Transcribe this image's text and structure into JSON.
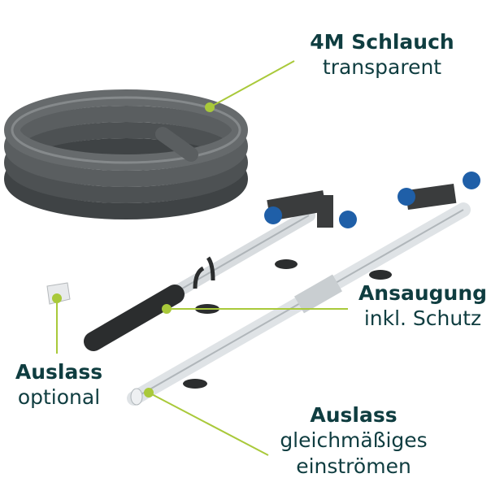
{
  "labels": {
    "hose": {
      "title": "4M Schlauch",
      "subtitle": "transparent"
    },
    "intake": {
      "title": "Ansaugung",
      "subtitle": "inkl. Schutz"
    },
    "outlet_optional": {
      "title": "Auslass",
      "subtitle": "optional"
    },
    "outlet": {
      "title": "Auslass",
      "line1": "gleichmäßiges",
      "line2": "einströmen"
    }
  },
  "colors": {
    "text": "#0f3d40",
    "accent": "#a9c93a",
    "hose": "#5a5e60",
    "blue": "#1f5fa8"
  }
}
